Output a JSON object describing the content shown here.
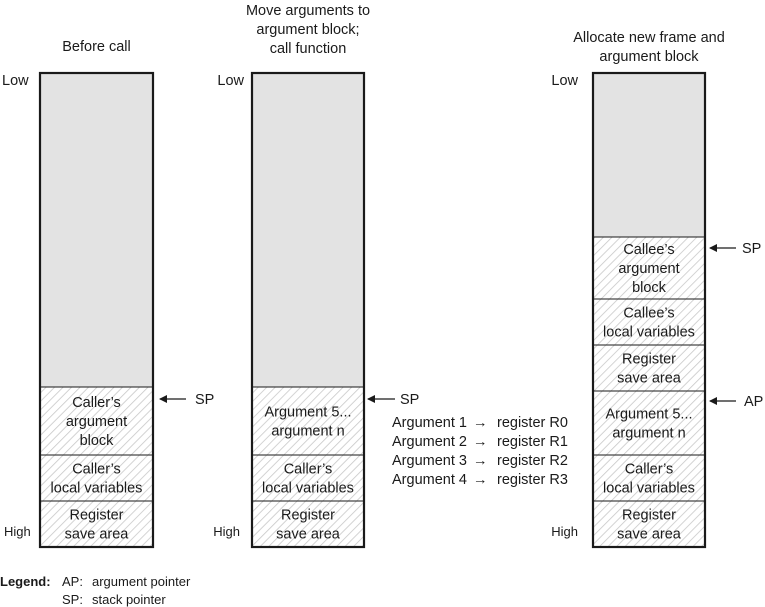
{
  "columns": [
    {
      "title": [
        "Before call"
      ],
      "low": "Low",
      "high": "High",
      "blocks": [
        [
          "Caller's",
          "argument",
          "block"
        ],
        [
          "Caller's",
          "local variables"
        ],
        [
          "Register",
          "save area"
        ]
      ],
      "pointers": [
        {
          "label": "SP"
        }
      ]
    },
    {
      "title": [
        "Move arguments to",
        "argument block;",
        "call function"
      ],
      "low": "Low",
      "high": "High",
      "blocks": [
        [
          "Argument 5...",
          "argument n"
        ],
        [
          "Caller's",
          "local variables"
        ],
        [
          "Register",
          "save area"
        ]
      ],
      "pointers": [
        {
          "label": "SP"
        }
      ]
    },
    {
      "title": [
        "Allocate new frame and",
        "argument block"
      ],
      "low": "Low",
      "high": "High",
      "blocks": [
        [
          "Callee's",
          "argument",
          "block"
        ],
        [
          "Callee's",
          "local variables"
        ],
        [
          "Register",
          "save area"
        ],
        [
          "Argument 5...",
          "argument n"
        ],
        [
          "Caller's",
          "local variables"
        ],
        [
          "Register",
          "save area"
        ]
      ],
      "pointers": [
        {
          "label": "SP"
        },
        {
          "label": "AP"
        }
      ]
    }
  ],
  "register_map": [
    {
      "arg": "Argument 1",
      "arrow": "→",
      "reg": "register R0"
    },
    {
      "arg": "Argument 2",
      "arrow": "→",
      "reg": "register R1"
    },
    {
      "arg": "Argument 3",
      "arrow": "→",
      "reg": "register R2"
    },
    {
      "arg": "Argument 4",
      "arrow": "→",
      "reg": "register R3"
    }
  ],
  "legend": {
    "title": "Legend:",
    "items": [
      {
        "key": "AP:",
        "desc": "argument pointer"
      },
      {
        "key": "SP:",
        "desc": "stack pointer"
      }
    ]
  },
  "colors": {
    "free_space": "#e3e3e3",
    "hatch": "#c8c8c8",
    "border": "#1a1a1a"
  }
}
